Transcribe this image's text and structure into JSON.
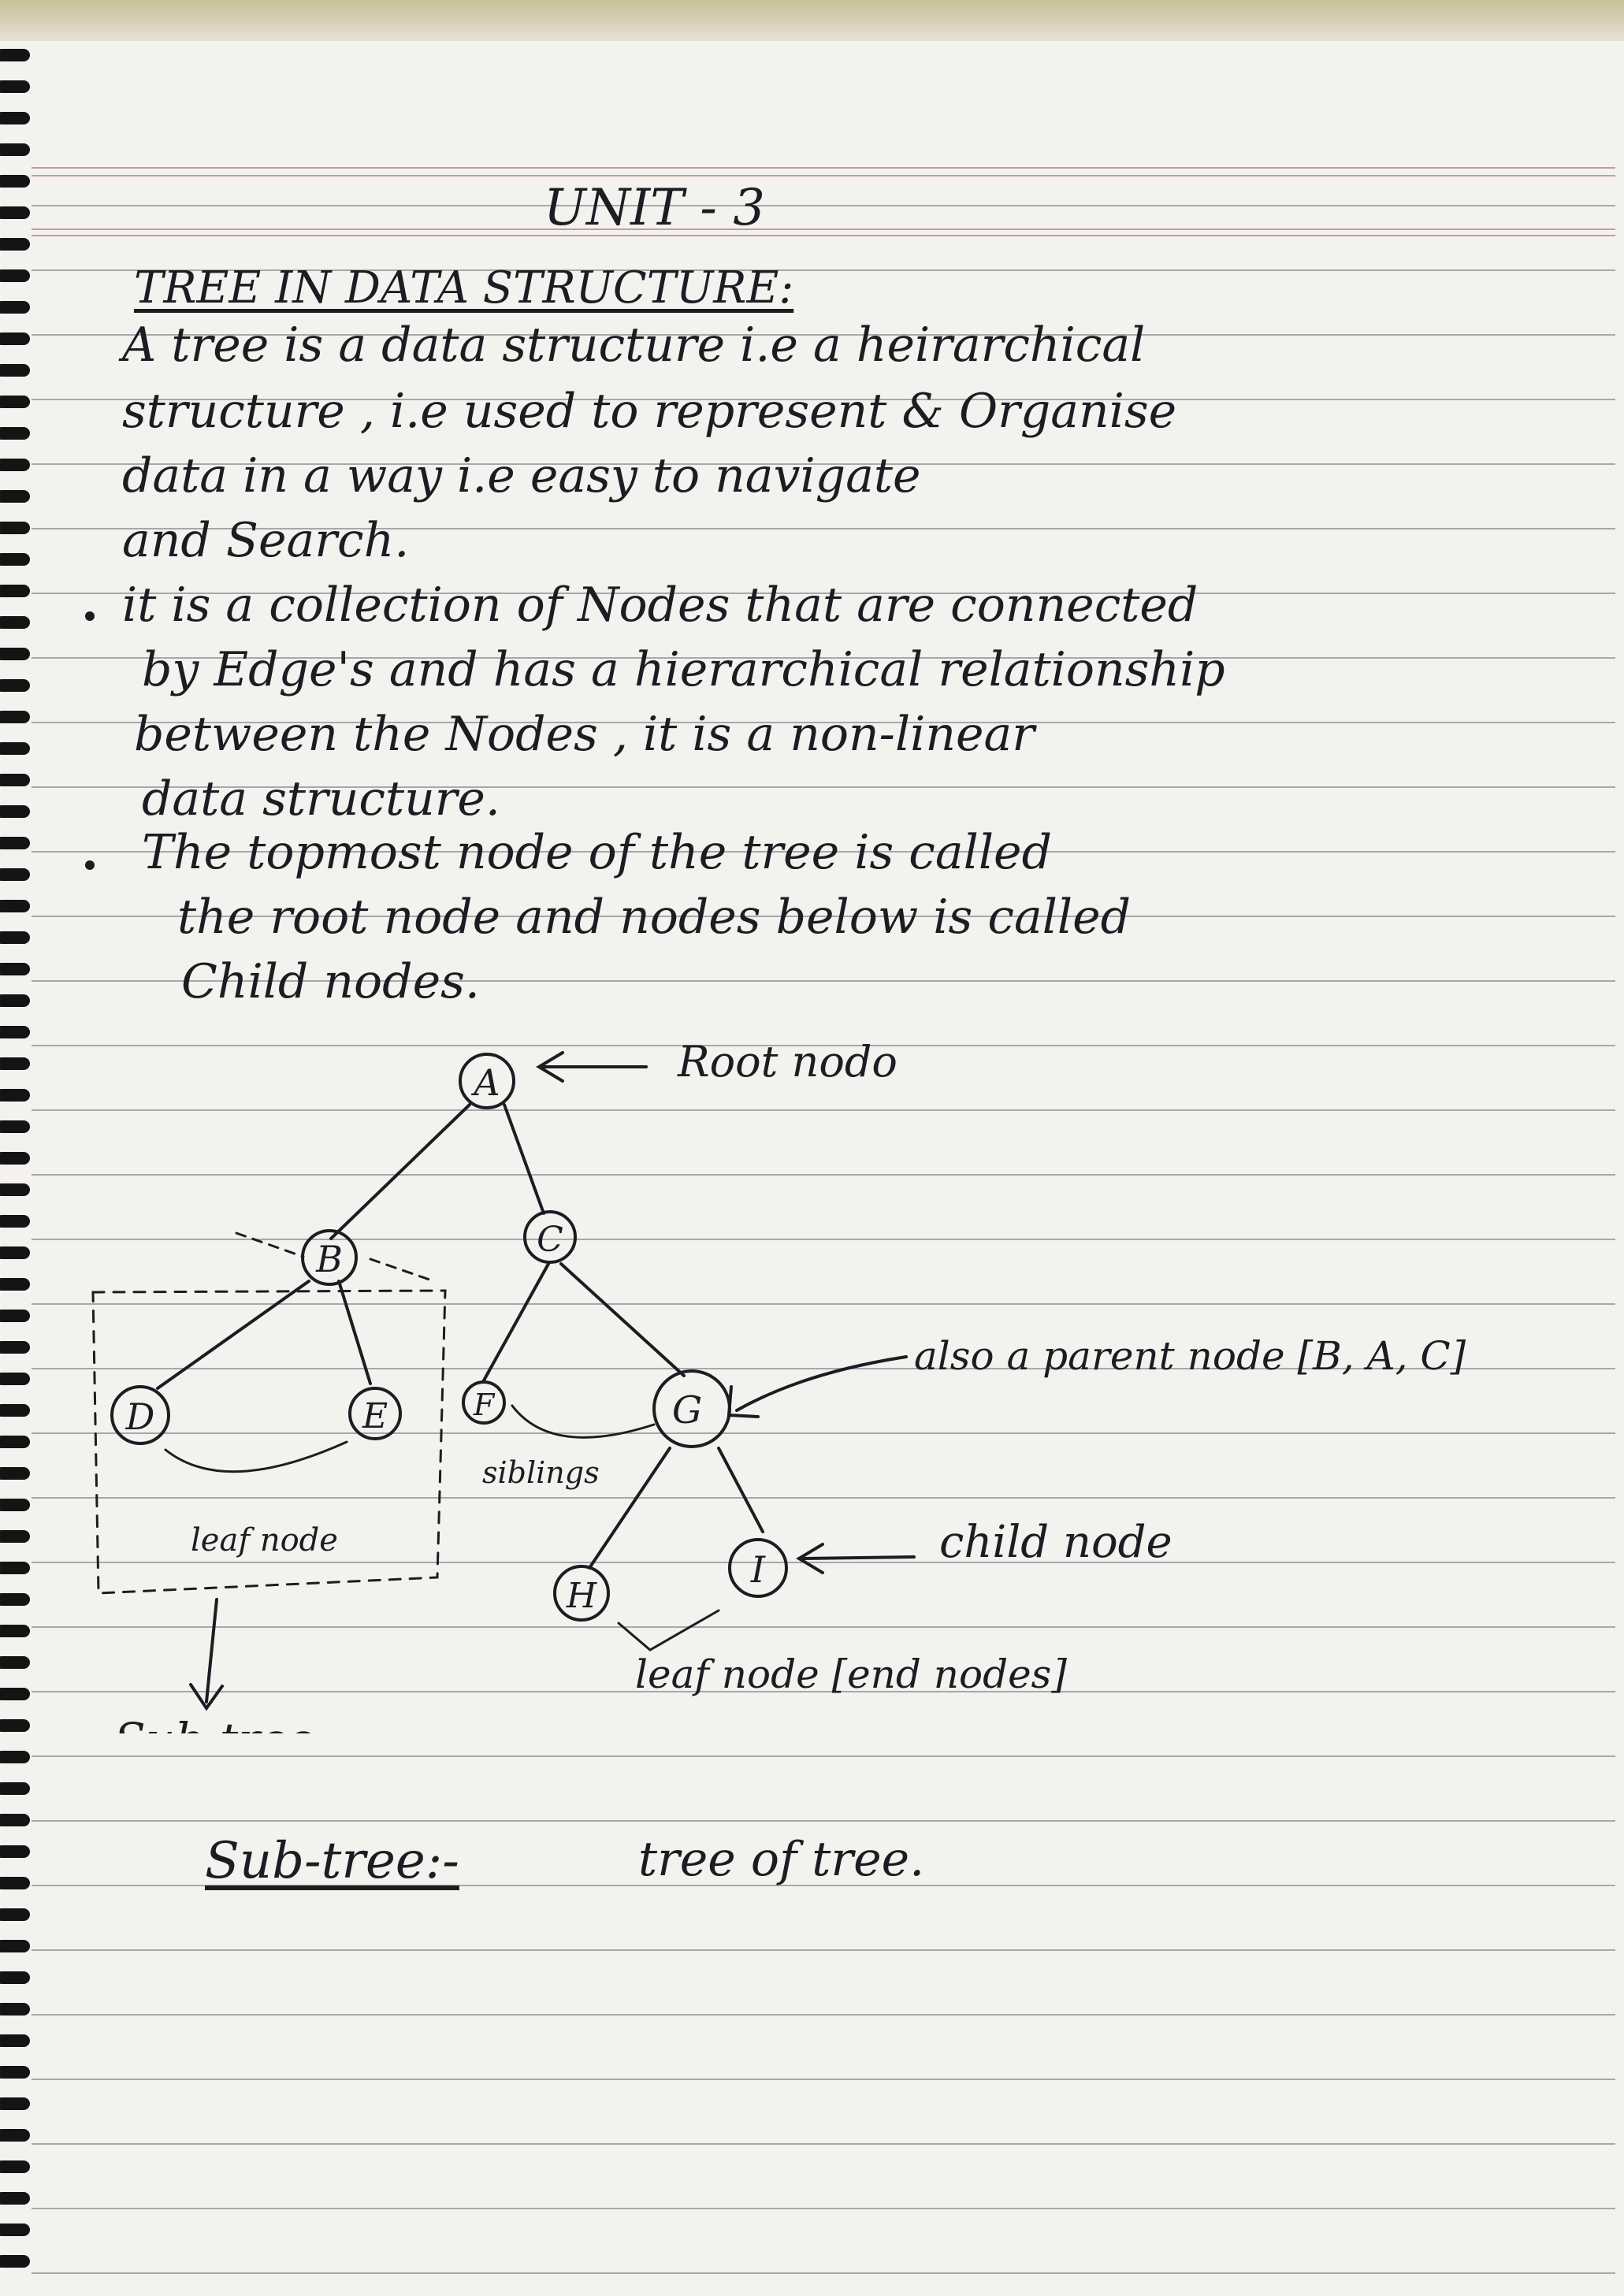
{
  "page": {
    "unit_heading": "UNIT - 3",
    "section_title": "TREE IN DATA STRUCTURE:",
    "paragraphs": [
      {
        "bullet": false,
        "lines": [
          "A tree is a data structure i.e a heirarchical",
          "structure , i.e used to represent & Organise",
          "data in a way i.e easy to navigate",
          "and Search."
        ]
      },
      {
        "bullet": true,
        "lines": [
          "it is a collection of Nodes that are connected",
          "by Edge's and has a hierarchical relationship",
          "between the Nodes , it is a non-linear",
          "data structure."
        ]
      },
      {
        "bullet": true,
        "lines": [
          "The topmost node of the tree is called",
          "the root node and nodes below is called",
          "Child nodes."
        ]
      }
    ],
    "diagram": {
      "nodes": [
        "A",
        "B",
        "C",
        "D",
        "E",
        "F",
        "G",
        "H",
        "I"
      ],
      "labels": {
        "root": "Root nodo",
        "parent": "also a parent node [B, A, C]",
        "child": "child node",
        "leaf": "leaf node [end nodes]",
        "siblings": "siblings",
        "leaf_in_box": "leaf node",
        "subtree_pointer": "Sub-tree"
      }
    },
    "subtree_definition": {
      "term": "Sub-tree:-",
      "definition": "tree of tree."
    }
  }
}
